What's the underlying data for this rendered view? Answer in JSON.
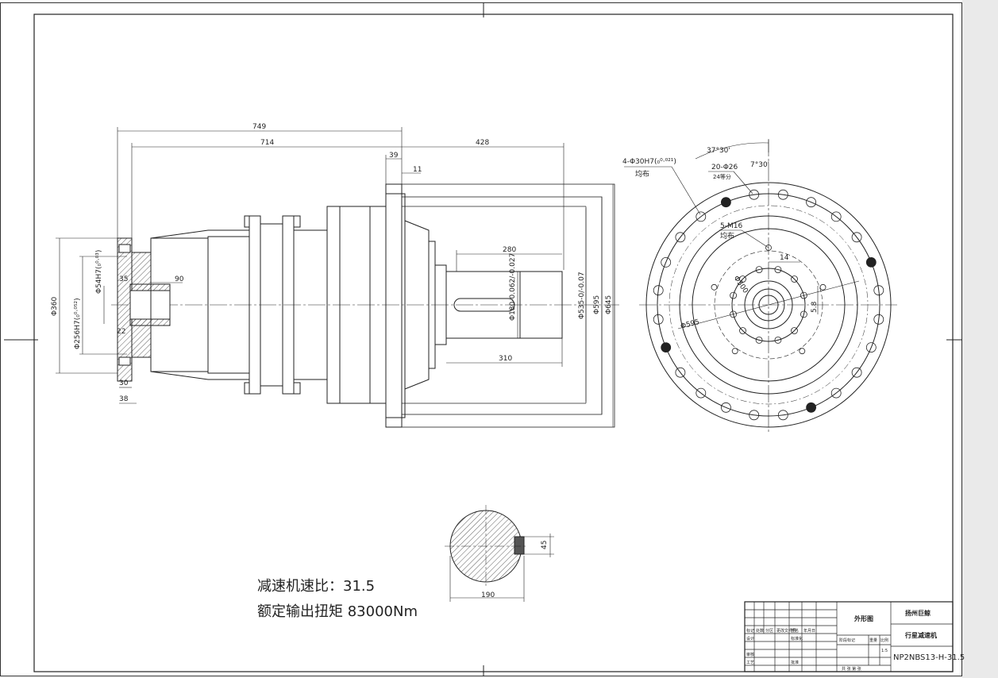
{
  "dims": {
    "d749": "749",
    "d714": "714",
    "d428": "428",
    "d39": "39",
    "d11": "11",
    "d280": "280",
    "d310": "310",
    "d90": "90",
    "d35": "35",
    "d22": "22",
    "d30": "30",
    "d38": "38",
    "d360": "Φ360",
    "d256": "Φ256H7(₀⁰·⁰⁵²)",
    "d54": "Φ54H7(₀⁰·⁰³)",
    "d180": "Φ180-0.062/-0.027",
    "d535": "Φ535-0/-0.07",
    "d595": "Φ595",
    "d645": "Φ645",
    "d190": "190",
    "d45": "45"
  },
  "right_view": {
    "angle1": "37°30'",
    "holes1": "4-Φ30H7(₀⁰·⁰²¹)",
    "holes1_note": "均布",
    "holes2": "20-Φ26",
    "holes2_note": "24等分",
    "angle2": "7°30'",
    "tapped": "5-M16",
    "tapped_note": "均布",
    "d14": "14",
    "d300": "Φ300",
    "d58": "5.8",
    "d595": "Φ595"
  },
  "notes": {
    "ratio": "减速机速比：31.5",
    "torque": "额定输出扭矩  83000Nm"
  },
  "title_block": {
    "drawing_type": "外形图",
    "company": "扬州巨鲸",
    "product": "行星减速机",
    "model": "NP2NBS13-H-31.5",
    "scale": "1:5",
    "row_labels": [
      "标记",
      "处数",
      "分区",
      "更改文件号",
      "签名",
      "年月日"
    ],
    "design": "设计",
    "standard": "标准化",
    "stage_mark": "阶段标记",
    "weight": "重量",
    "ratio_label": "比例",
    "check": "审核",
    "process": "工艺",
    "approve": "批准",
    "sheets": "共  张  第  张"
  }
}
